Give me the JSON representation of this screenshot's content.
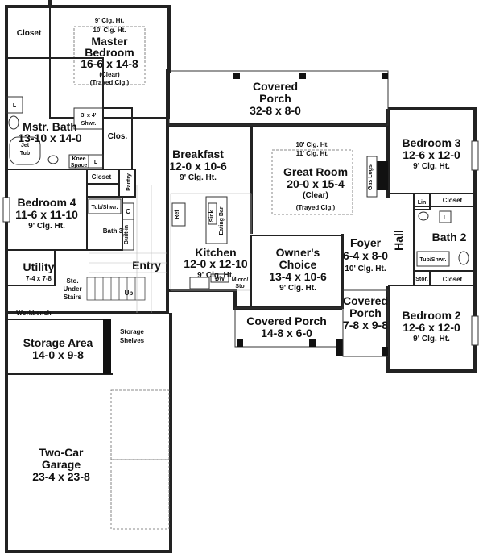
{
  "rooms": {
    "closet_master": "Closet",
    "master_ceiling_1": "9' Clg. Ht.",
    "master_ceiling_2": "10' Clg. Ht.",
    "master_name_1": "Master",
    "master_name_2": "Bedroom",
    "master_dim": "16-6 x 14-8",
    "master_clear": "(Clear)",
    "master_trayed": "(Trayed Clg.)",
    "covered_porch_back_1": "Covered",
    "covered_porch_back_2": "Porch",
    "covered_porch_back_dim": "32-8 x 8-0",
    "shower_1": "3' x 4'",
    "shower_2": "Shwr.",
    "clos": "Clos.",
    "mstr_bath": "Mstr. Bath",
    "mstr_bath_dim": "13-10 x 14-0",
    "jet_tub_1": "Jet",
    "jet_tub_2": "Tub",
    "knee_space_1": "Knee",
    "knee_space_2": "Space",
    "l_mark": "L",
    "breakfast": "Breakfast",
    "breakfast_dim": "12-0 x 10-6",
    "breakfast_clg": "9' Clg. Ht.",
    "great_room_clg_1": "10' Clg. Ht.",
    "great_room_clg_2": "11' Clg. Ht.",
    "great_room": "Great Room",
    "great_room_dim": "20-0 x 15-4",
    "great_room_clear": "(Clear)",
    "great_room_trayed": "(Trayed Clg.)",
    "gas_logs": "Gas Logs",
    "bedroom3": "Bedroom 3",
    "bedroom3_dim": "12-6 x 12-0",
    "bedroom3_clg": "9' Clg. Ht.",
    "closet_b4": "Closet",
    "pantry": "Pantry",
    "bedroom4": "Bedroom 4",
    "bedroom4_dim": "11-6 x 11-10",
    "bedroom4_clg": "9' Clg. Ht.",
    "tub_shwr": "Tub/Shwr.",
    "c_mark": "C",
    "bath3": "Bath 3",
    "built_in": "Built-in",
    "ref": "Ref",
    "sink": "Sink",
    "eating_bar": "Eating Bar",
    "lin": "Lin",
    "closet_b3": "Closet",
    "hall": "Hall",
    "bath2": "Bath 2",
    "tub_shwr_2": "Tub/Shwr.",
    "stor": "Stor.",
    "closet_b2": "Closet",
    "kitchen": "Kitchen",
    "kitchen_dim": "12-0 x 12-10",
    "kitchen_clg": "9' Clg. Ht.",
    "dw": "DW",
    "micro_1": "Micro/",
    "micro_2": "Sto",
    "owners_choice_1": "Owner's",
    "owners_choice_2": "Choice",
    "owners_choice_dim": "13-4 x 10-6",
    "owners_choice_clg": "9' Clg. Ht.",
    "foyer": "Foyer",
    "foyer_dim": "6-4 x 8-0",
    "foyer_clg": "10' Clg. Ht.",
    "utility": "Utility",
    "utility_dim": "7-4 x 7-8",
    "sto_under_1": "Sto.",
    "sto_under_2": "Under",
    "sto_under_3": "Stairs",
    "up": "Up",
    "entry": "Entry",
    "covered_porch_front_1": "Covered",
    "covered_porch_front_2": "Porch",
    "covered_porch_front_dim": "7-8 x 9-8",
    "covered_porch_mid": "Covered Porch",
    "covered_porch_mid_dim": "14-8 x 6-0",
    "workbench": "Workbench",
    "storage_area": "Storage Area",
    "storage_area_dim": "14-0 x 9-8",
    "storage_shelves_1": "Storage",
    "storage_shelves_2": "Shelves",
    "bedroom2": "Bedroom 2",
    "bedroom2_dim": "12-6 x 12-0",
    "bedroom2_clg": "9' Clg. Ht.",
    "garage_1": "Two-Car",
    "garage_2": "Garage",
    "garage_dim": "23-4 x 23-8"
  }
}
